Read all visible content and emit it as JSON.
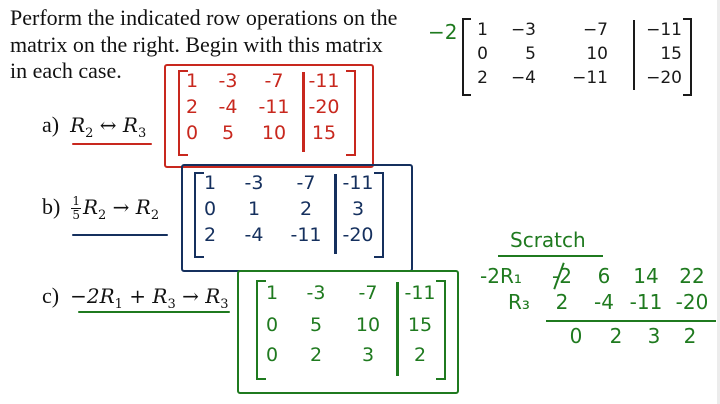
{
  "instructions": {
    "lines": [
      "Perform the indicated row operations on the",
      "matrix on the right.  Begin with this matrix",
      "in each case."
    ]
  },
  "original_matrix": {
    "scalar_annotation": "−2",
    "rows": [
      [
        "1",
        "−3",
        "−7",
        "−11"
      ],
      [
        "0",
        "5",
        "10",
        "15"
      ],
      [
        "2",
        "−4",
        "−11",
        "−20"
      ]
    ]
  },
  "parts": [
    {
      "label": "a)",
      "operation": "R2 ↔ R3",
      "color": "#c8281e",
      "result": [
        [
          "1",
          "-3",
          "-7",
          "-11"
        ],
        [
          "2",
          "-4",
          "-11",
          "-20"
        ],
        [
          "0",
          "5",
          "10",
          "15"
        ]
      ]
    },
    {
      "label": "b)",
      "operation": "1/5 R2 → R2",
      "color": "#15305e",
      "result": [
        [
          "1",
          "-3",
          "-7",
          "-11"
        ],
        [
          "0",
          "1",
          "2",
          "3"
        ],
        [
          "2",
          "-4",
          "-11",
          "-20"
        ]
      ]
    },
    {
      "label": "c)",
      "operation": "−2R1 + R3 → R3",
      "color": "#1f7a1f",
      "result": [
        [
          "1",
          "-3",
          "-7",
          "-11"
        ],
        [
          "0",
          "5",
          "10",
          "15"
        ],
        [
          "0",
          "2",
          "3",
          "2"
        ]
      ]
    }
  ],
  "scratch": {
    "title": "Scratch",
    "rows": [
      {
        "label": "-2R₁",
        "values": [
          "-2",
          "6",
          "14",
          "22"
        ]
      },
      {
        "label": "R₃",
        "values": [
          "2",
          "-4",
          "-11",
          "-20"
        ]
      }
    ],
    "sum": [
      "0",
      "2",
      "3",
      "2"
    ]
  }
}
